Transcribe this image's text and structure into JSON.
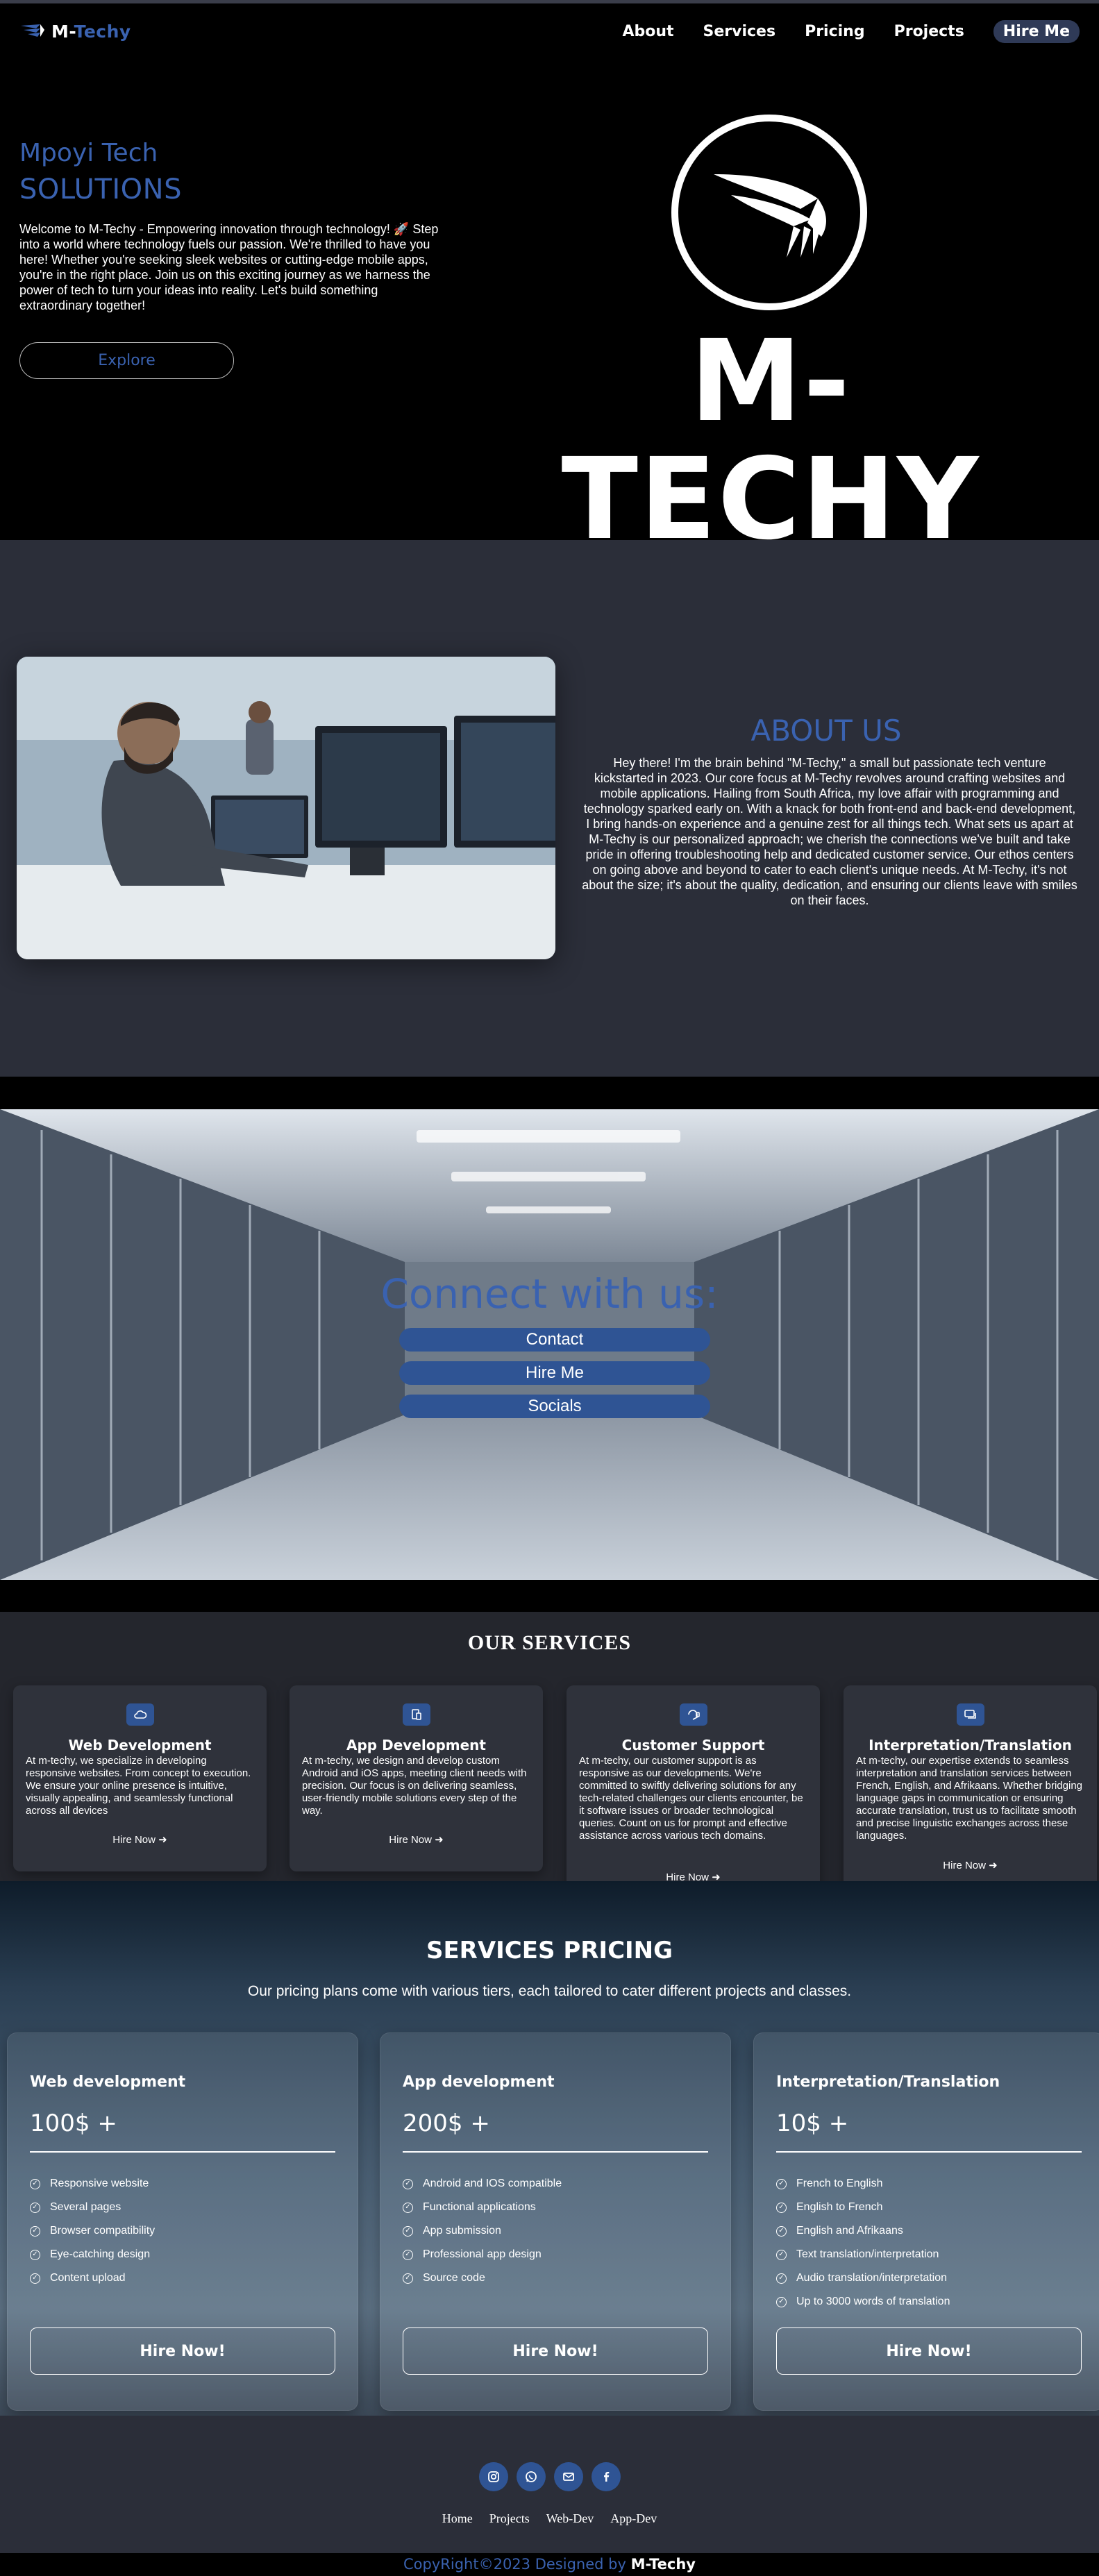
{
  "nav": {
    "brand_m": "M-",
    "brand_rest": "Techy",
    "links": [
      "About",
      "Services",
      "Pricing",
      "Projects"
    ],
    "hire": "Hire Me"
  },
  "hero": {
    "sub1": "Mpoyi Tech",
    "sub2": "SOLUTIONS",
    "body": "Welcome to M-Techy - Empowering innovation through technology! 🚀 Step into a world where technology fuels our passion. We're thrilled to have you here! Whether you're seeking sleek websites or cutting-edge mobile apps, you're in the right place. Join us on this exciting journey as we harness the power of tech to turn your ideas into reality. Let's build something extraordinary together!",
    "explore": "Explore",
    "logo_text": "M-TECHY"
  },
  "about": {
    "title": "ABOUT US",
    "body": "Hey there! I'm the brain behind \"M-Techy,\" a small but passionate tech venture kickstarted in 2023. Our core focus at M-Techy revolves around crafting websites and mobile applications. Hailing from South Africa, my love affair with programming and technology sparked early on. With a knack for both front-end and back-end development, I bring hands-on experience and a genuine zest for all things tech. What sets us apart at M-Techy is our personalized approach; we cherish the connections we've built and take pride in offering troubleshooting help and dedicated customer service. Our ethos centers on going above and beyond to cater to each client's unique needs. At M-Techy, it's not about the size; it's about the quality, dedication, and ensuring our clients leave with smiles on their faces."
  },
  "connect": {
    "title": "Connect with us:",
    "buttons": [
      "Contact",
      "Hire Me",
      "Socials"
    ]
  },
  "services": {
    "title": "OUR SERVICES",
    "cards": [
      {
        "icon": "cloud-icon",
        "title": "Web Development",
        "body": "At m-techy, we specialize in developing responsive websites. From concept to execution. We ensure your online presence is intuitive, visually appealing, and seamlessly functional across all devices",
        "link": "Hire Now ➜"
      },
      {
        "icon": "devices-icon",
        "title": "App Development",
        "body": "At m-techy, we design and develop custom Android and iOS apps, meeting client needs with precision. Our focus is on delivering seamless, user-friendly mobile solutions every step of the way.",
        "link": "Hire Now ➜"
      },
      {
        "icon": "support-icon",
        "title": "Customer Support",
        "body": "At m-techy, our customer support is as responsive as our developments. We're committed to swiftly delivering solutions for any tech-related challenges our clients encounter, be it software issues or broader technological queries. Count on us for prompt and effective assistance across various tech domains.",
        "link": "Hire Now ➜"
      },
      {
        "icon": "chat-icon",
        "title": "Interpretation/Translation",
        "body": "At m-techy, our expertise extends to seamless interpretation and translation services between French, English, and Afrikaans. Whether bridging language gaps in communication or ensuring accurate translation, trust us to facilitate smooth and precise linguistic exchanges across these languages.",
        "link": "Hire Now ➜"
      }
    ]
  },
  "pricing": {
    "title": "SERVICES PRICING",
    "subtitle": "Our pricing plans come with various tiers, each tailored to cater different projects and classes.",
    "plans": [
      {
        "name": "Web development",
        "price": "100$ +",
        "features": [
          "Responsive website",
          "Several pages",
          "Browser compatibility",
          "Eye-catching design",
          "Content upload"
        ],
        "button": "Hire Now!"
      },
      {
        "name": "App development",
        "price": "200$ +",
        "features": [
          "Android and IOS compatible",
          "Functional applications",
          "App submission",
          "Professional app design",
          "Source code"
        ],
        "button": "Hire Now!"
      },
      {
        "name": "Interpretation/Translation",
        "price": "10$ +",
        "features": [
          "French to English",
          "English to French",
          "English and Afrikaans",
          "Text translation/interpretation",
          "Audio translation/interpretation",
          "Up to 3000 words of translation"
        ],
        "button": "Hire Now!"
      }
    ]
  },
  "footer": {
    "socials": [
      "instagram-icon",
      "whatsapp-icon",
      "mail-icon",
      "facebook-icon"
    ],
    "links": [
      "Home",
      "Projects",
      "Web-Dev",
      "App-Dev"
    ],
    "copyright_prefix": "CopyRight©2023 Designed by ",
    "copyright_brand": "M-Techy"
  },
  "colors": {
    "accent": "#3a62b0",
    "button": "#2f5494",
    "dark": "#2b2e39"
  }
}
